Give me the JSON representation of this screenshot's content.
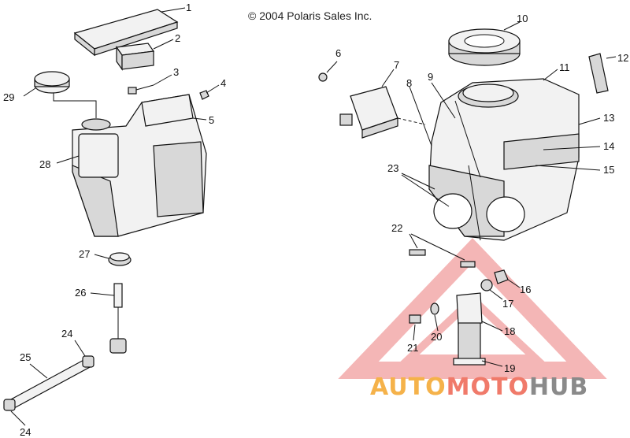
{
  "copyright": "© 2004 Polaris Sales Inc.",
  "watermark": {
    "part1": "AUTO",
    "part2": "MOTO",
    "part3": "HUB"
  },
  "callouts": [
    "1",
    "2",
    "3",
    "4",
    "5",
    "6",
    "7",
    "8",
    "9",
    "10",
    "11",
    "12",
    "13",
    "14",
    "15",
    "16",
    "17",
    "18",
    "19",
    "20",
    "21",
    "22",
    "23",
    "24",
    "24",
    "25",
    "26",
    "27",
    "28",
    "29"
  ]
}
